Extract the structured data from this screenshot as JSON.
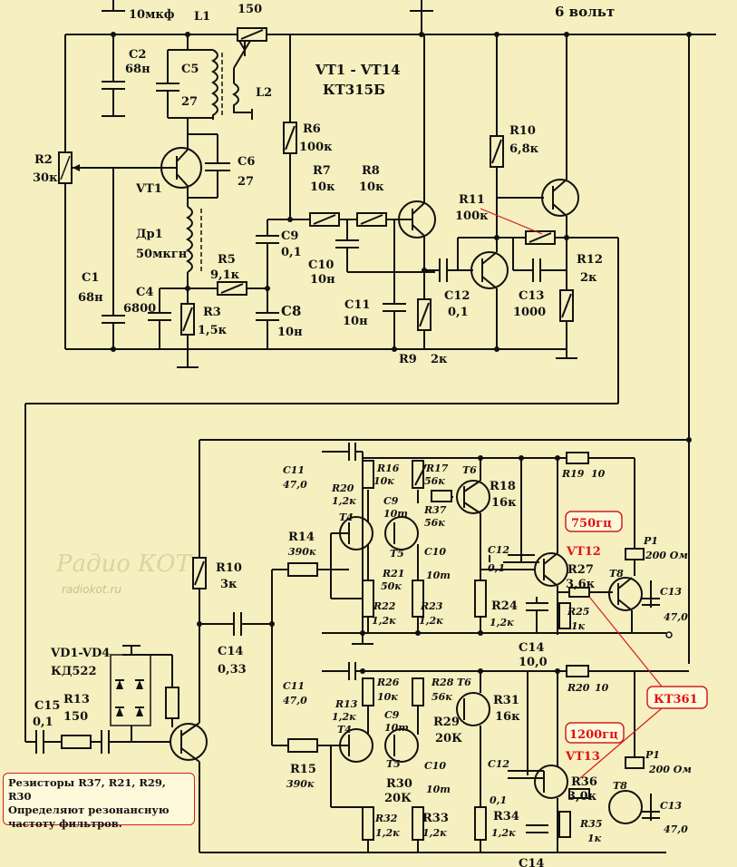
{
  "title_transistors": "VT1 - VT14",
  "title_type": "КТ315Б",
  "supply": "6 вольт",
  "c3": "10мкф",
  "r_top": "150",
  "l1": "L1",
  "l2": "L2",
  "labels": {
    "C2": "C2",
    "C2v": "68н",
    "C5": "C5",
    "C5v": "27",
    "R2": "R2",
    "R2v": "30к",
    "C6": "C6",
    "C6v": "27",
    "VT1": "VT1",
    "Dr1": "Др1",
    "Dr1v": "50мкгн",
    "C1": "C1",
    "C1v": "68н",
    "C4": "C4",
    "C4v": "6800",
    "R5": "R5",
    "R5v": "9,1к",
    "R3": "R3",
    "R3v": "1,5к",
    "R6": "R6",
    "R6v": "100к",
    "R7": "R7",
    "R7v": "10к",
    "R8": "R8",
    "R8v": "10к",
    "C9": "C9",
    "C9v": "0,1",
    "C10": "C10",
    "C10v": "10н",
    "C8": "C8",
    "C8v": "10н",
    "C11": "C11",
    "C11v": "10н",
    "R9": "R9",
    "R9v": "2к",
    "R10": "R10",
    "R10v": "6,8к",
    "R11": "R11",
    "R11v": "100к",
    "C12": "C12",
    "C12v": "0,1",
    "C13": "C13",
    "C13v": "1000",
    "R12": "R12",
    "R12v": "2к",
    "R10b": "R10",
    "R10bv": "3к",
    "C14": "C14",
    "C14v": "0,33",
    "VD": "VD1-VD4",
    "VDtype": "КД522",
    "C15": "C15",
    "C15v": "0,1",
    "R13": "R13",
    "R13v": "150",
    "R14": "R14",
    "R14v": "390к",
    "R15": "R15",
    "R15v": "390к",
    "U_C11": "C11",
    "U_C11v": "47,0",
    "U_R20": "R20",
    "U_R20v": "1,2к",
    "U_R16": "R16",
    "U_R16v": "10к",
    "U_R17": "R17",
    "U_R17v": "56к",
    "U_C9": "C9",
    "U_C9v": "10т",
    "U_T4": "T4",
    "U_T5": "T5",
    "U_T6": "T6",
    "U_R37": "R37",
    "U_R37v": "56к",
    "U_R21": "R21",
    "U_R21v": "50к",
    "U_C10": "C10",
    "U_C10v": "10т",
    "U_R22": "R22",
    "U_R22v": "1,2к",
    "U_R23": "R23",
    "U_R23v": "1,2к",
    "U_R18": "R18",
    "U_R18v": "16к",
    "U_R19": "R19",
    "U_R19v": "10",
    "U_C12": "C12",
    "U_C12v": "0,1",
    "U_R24": "R24",
    "U_R24v": "1,2к",
    "U_R27": "R27",
    "U_R27v": "3,6к",
    "U_R25": "R25",
    "U_R25v": "1к",
    "U_T8": "T8",
    "U_P1": "P1",
    "U_P1v": "200 Ом",
    "U_C13": "C13",
    "U_C13v": "47,0",
    "U_C14": "C14",
    "U_C14v": "10,0",
    "L_C11": "C11",
    "L_C11v": "47,0",
    "L_R13": "R13",
    "L_R13v": "1,2к",
    "L_R26": "R26",
    "L_R26v": "10к",
    "L_R28": "R28",
    "L_R28v": "56к",
    "L_C9": "C9",
    "L_C9v": "10т",
    "L_T4": "T4",
    "L_T5": "T5",
    "L_T6": "T6",
    "L_R29": "R29",
    "L_R29v": "20К",
    "L_R30": "R30",
    "L_R30v": "20К",
    "L_C10": "C10",
    "L_C10v": "10т",
    "L_R32": "R32",
    "L_R32v": "1,2к",
    "L_R33": "R33",
    "L_R33v": "1,2к",
    "L_R31": "R31",
    "L_R31v": "16к",
    "L_R20": "R20",
    "L_R20v": "10",
    "L_C12": "C12",
    "L_C12v": "0,1",
    "L_R34": "R34",
    "L_R34v": "1,2к",
    "L_R36": "R36",
    "L_R36v": "3,0к",
    "L_R35": "R35",
    "L_R35v": "1к",
    "L_T8": "T8",
    "L_P1": "P1",
    "L_P1v": "200 Ом",
    "L_C13": "C13",
    "L_C13v": "47,0",
    "L_C14": "C14"
  },
  "freq1": "750гц",
  "vt12": "VT12",
  "freq2": "1200гц",
  "vt13": "VT13",
  "kt361": "КТ361",
  "watermark": "Радио КОТ",
  "watermark_url": "radiokot.ru",
  "note": "Резисторы R37, R21, R29, R30\nОпределяют резонансную\nчастоту фильтров."
}
